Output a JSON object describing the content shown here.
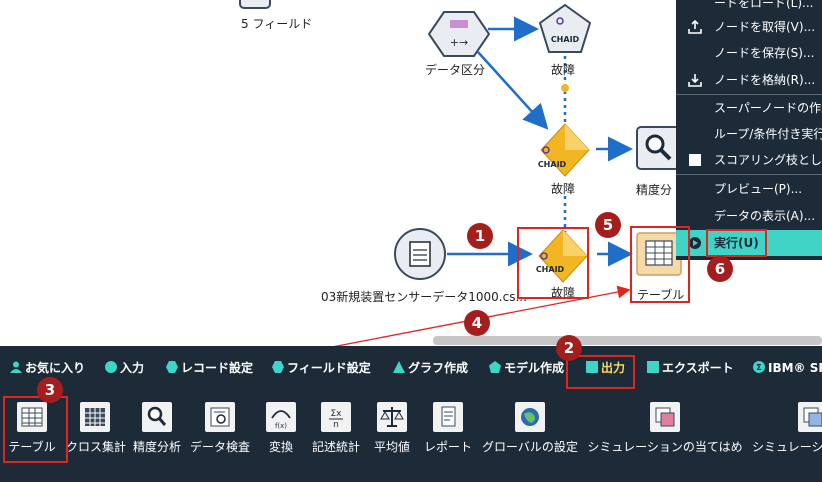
{
  "canvas": {
    "nodes": {
      "fields5": "5 フィールド",
      "partition": "データ区分",
      "chaid_model_top": "故障",
      "chaid_mid": "故障",
      "analysis": "精度分",
      "source_file": "03新規装置センサーデータ1000.cs...",
      "chaid_bottom": "故障",
      "table_output": "テーブル"
    },
    "chaid_text": "CHAID"
  },
  "context_menu": {
    "items": [
      {
        "label": "ードをロード(L)..."
      },
      {
        "label": "ノードを取得(V)..."
      },
      {
        "label": "ノードを保存(S)..."
      },
      {
        "label": "ノードを格納(R)..."
      },
      {
        "label": "スーパーノードの作"
      },
      {
        "label": "ループ/条件付き実行"
      },
      {
        "label": "スコアリング枝とし"
      },
      {
        "label": "プレビュー(P)..."
      },
      {
        "label": "データの表示(A)..."
      },
      {
        "label": "実行(U)"
      }
    ]
  },
  "palette": {
    "tabs": [
      {
        "label": "お気に入り"
      },
      {
        "label": "入力"
      },
      {
        "label": "レコード設定"
      },
      {
        "label": "フィールド設定"
      },
      {
        "label": "グラフ作成"
      },
      {
        "label": "モデル作成"
      },
      {
        "label": "出力"
      },
      {
        "label": "エクスポート"
      },
      {
        "label": "IBM® SPS"
      }
    ],
    "tools": [
      {
        "label": "テーブル"
      },
      {
        "label": "クロス集計"
      },
      {
        "label": "精度分析"
      },
      {
        "label": "データ検査"
      },
      {
        "label": "変換"
      },
      {
        "label": "記述統計"
      },
      {
        "label": "平均値"
      },
      {
        "label": "レポート"
      },
      {
        "label": "グローバルの設定"
      },
      {
        "label": "シミュレーションの当てはめ"
      },
      {
        "label": "シミュレーシ"
      }
    ]
  },
  "callouts": [
    "1",
    "2",
    "3",
    "4",
    "5",
    "6"
  ],
  "colors": {
    "palette_bg": "#1d2b39",
    "menu_highlight": "#3fd4c6",
    "callout_red": "#a51e1e",
    "highlight_border": "#e0241f",
    "link_blue": "#1f6fc9",
    "chaid_gold": "#f3b623"
  }
}
